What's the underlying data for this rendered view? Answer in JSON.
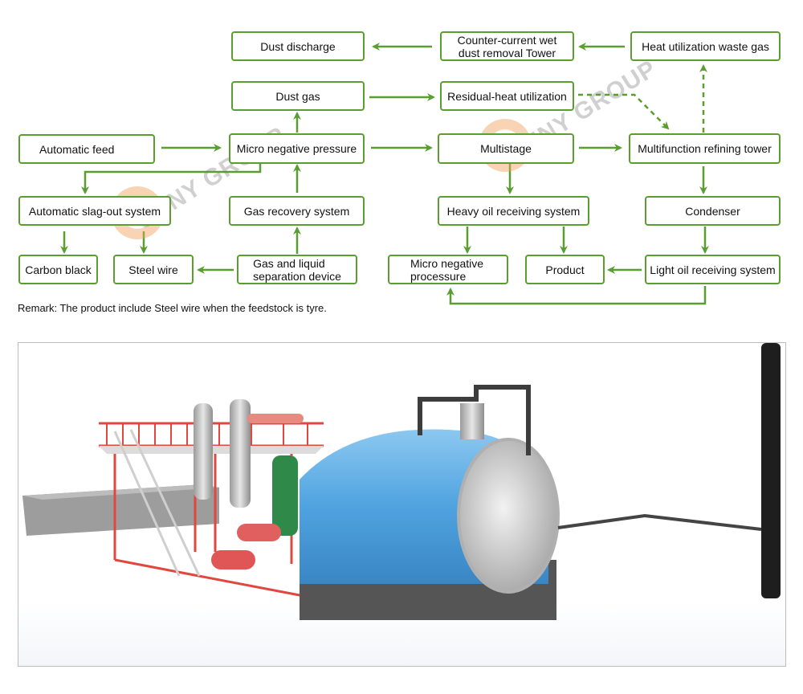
{
  "diagram": {
    "nodes": {
      "dust_discharge": "Dust  discharge",
      "counter_current": "Counter-current wet\ndust removal Tower",
      "heat_utilization": "Heat utilization waste gas",
      "dust_gas": "Dust gas",
      "residual_heat": "Residual-heat utilization",
      "automatic_feed": "Automatic feed",
      "micro_negative_pressure": "Micro negative pressure",
      "multistage": "Multistage",
      "multifunction_tower": "Multifunction refining tower",
      "slag_out": "Automatic slag-out system",
      "gas_recovery": "Gas recovery system",
      "heavy_oil": "Heavy oil receiving system",
      "condenser": "Condenser",
      "carbon_black": "Carbon black",
      "steel_wire": "Steel wire",
      "gas_liquid_sep": "Gas and liquid\nseparation device",
      "micro_negative_processure": "Micro negative\nprocessure",
      "product": "Product",
      "light_oil": "Light oil receiving system"
    },
    "edges": [
      {
        "from": "counter_current",
        "to": "dust_discharge",
        "style": "solid"
      },
      {
        "from": "heat_utilization",
        "to": "counter_current",
        "style": "solid"
      },
      {
        "from": "dust_gas",
        "to": "residual_heat",
        "style": "solid"
      },
      {
        "from": "residual_heat",
        "to": "multifunction_tower",
        "style": "dashed"
      },
      {
        "from": "multifunction_tower",
        "to": "heat_utilization",
        "style": "dashed"
      },
      {
        "from": "automatic_feed",
        "to": "micro_negative_pressure",
        "style": "solid"
      },
      {
        "from": "micro_negative_pressure",
        "to": "dust_gas",
        "style": "solid"
      },
      {
        "from": "micro_negative_pressure",
        "to": "multistage",
        "style": "solid"
      },
      {
        "from": "micro_negative_pressure",
        "to": "slag_out",
        "style": "solid"
      },
      {
        "from": "multistage",
        "to": "multifunction_tower",
        "style": "solid"
      },
      {
        "from": "multistage",
        "to": "heavy_oil",
        "style": "solid"
      },
      {
        "from": "multifunction_tower",
        "to": "condenser",
        "style": "solid"
      },
      {
        "from": "gas_recovery",
        "to": "micro_negative_pressure",
        "style": "solid"
      },
      {
        "from": "slag_out",
        "to": "carbon_black",
        "style": "solid"
      },
      {
        "from": "slag_out",
        "to": "steel_wire",
        "style": "solid"
      },
      {
        "from": "gas_liquid_sep",
        "to": "gas_recovery",
        "style": "solid"
      },
      {
        "from": "gas_liquid_sep",
        "to": "steel_wire",
        "style": "solid"
      },
      {
        "from": "heavy_oil",
        "to": "micro_negative_processure",
        "style": "solid"
      },
      {
        "from": "heavy_oil",
        "to": "product",
        "style": "solid"
      },
      {
        "from": "condenser",
        "to": "light_oil",
        "style": "solid"
      },
      {
        "from": "light_oil",
        "to": "product",
        "style": "solid"
      },
      {
        "from": "light_oil",
        "to": "micro_negative_processure",
        "style": "solid"
      }
    ],
    "remark": "Remark: The product include Steel wire when the feedstock is tyre.",
    "accent_color": "#5a9e2f"
  },
  "watermark": {
    "text": "SUNY GROUP"
  },
  "photo": {
    "description": "3D rendering of pyrolysis plant: blue reactor, red platform with stair, condensers, tanks, chimney"
  }
}
